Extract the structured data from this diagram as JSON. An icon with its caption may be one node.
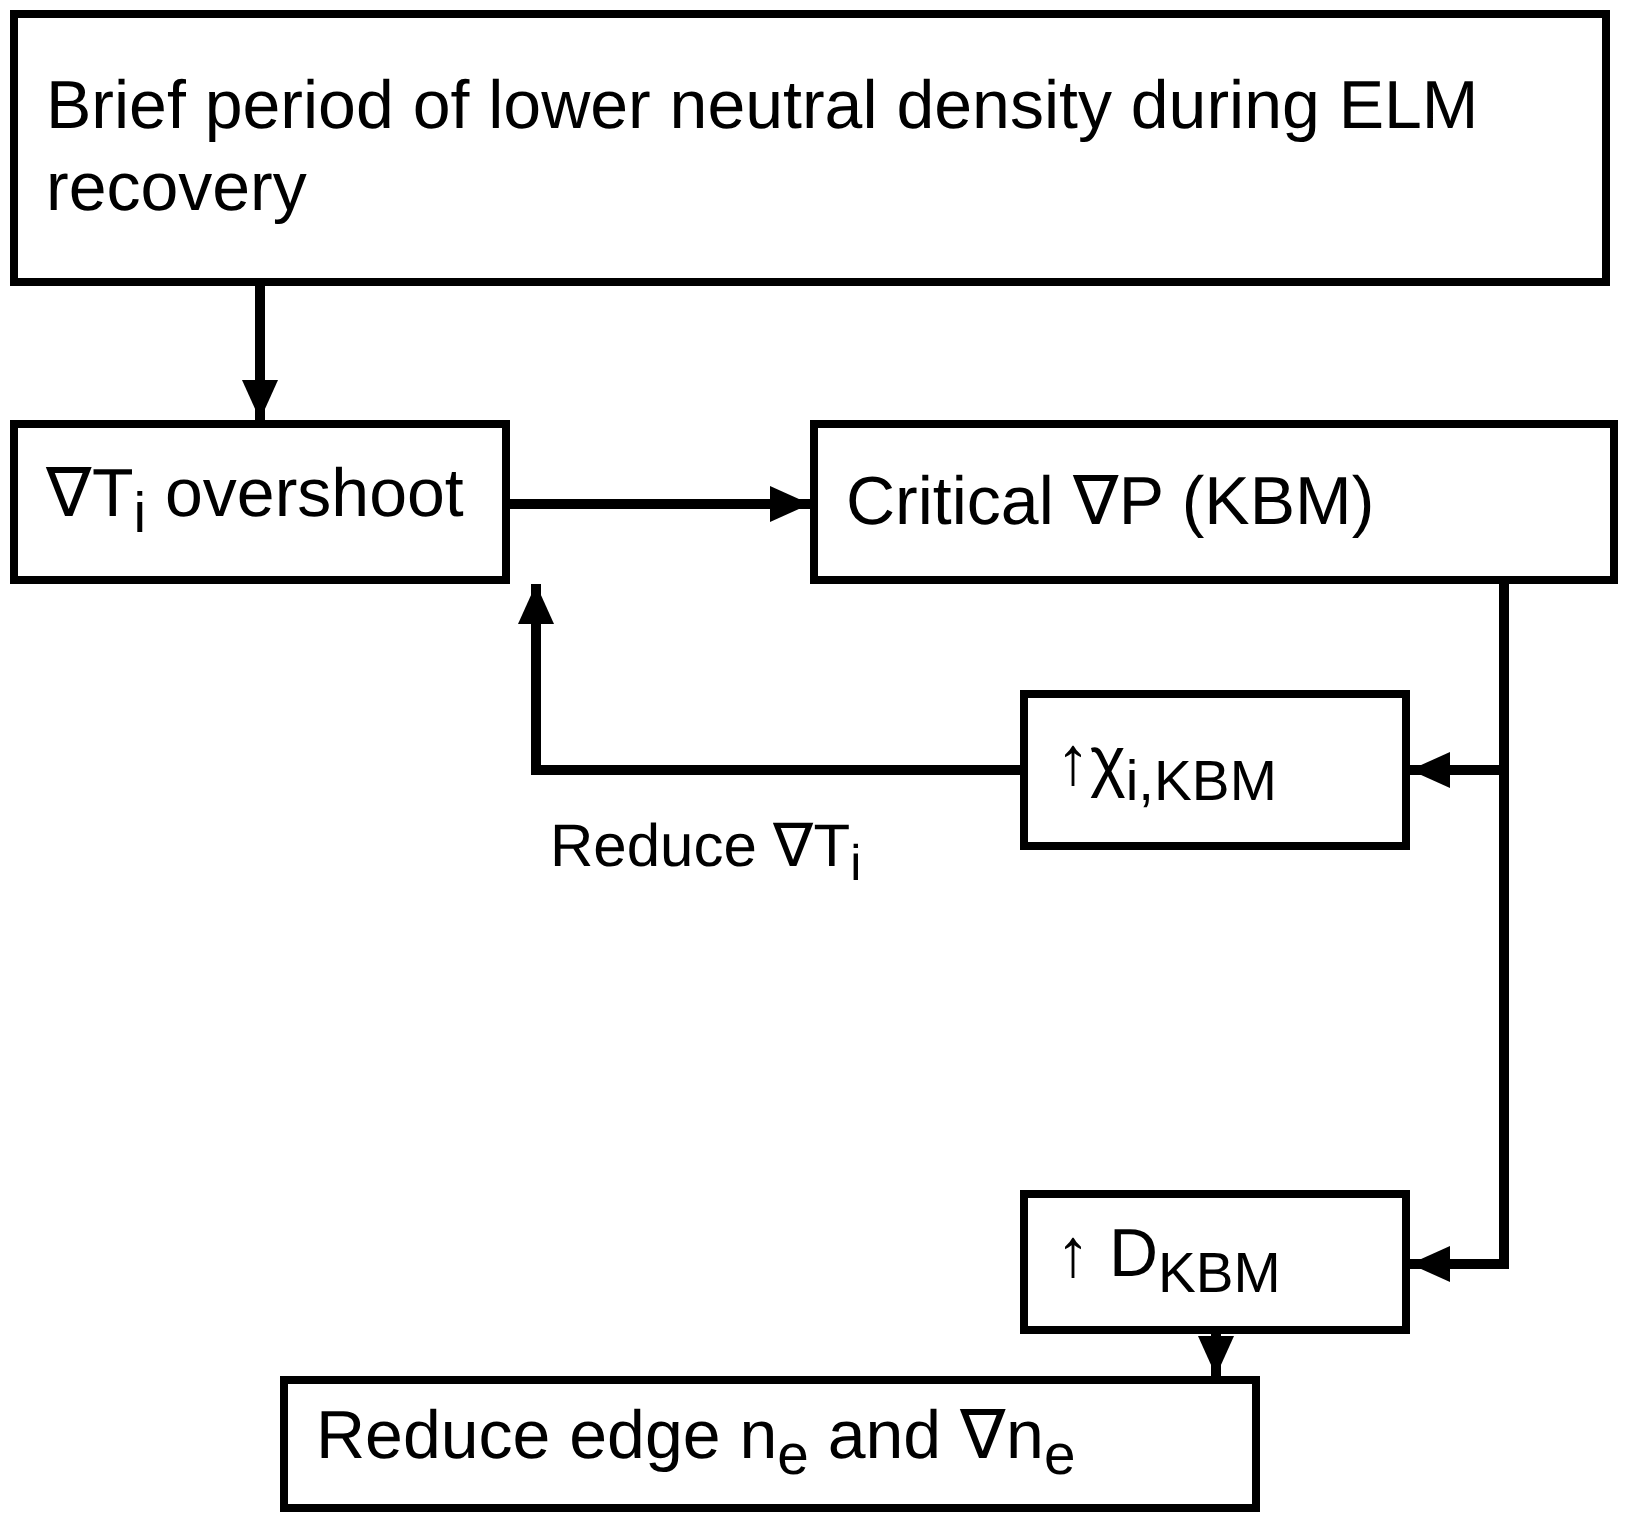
{
  "diagram": {
    "nodes": [
      {
        "text": [
          "Brief period of lower neutral density during ELM recovery"
        ]
      },
      {
        "text": [
          "∇T$_{i}$ overshoot"
        ]
      },
      {
        "text": [
          "Critical ∇P (KBM)"
        ]
      },
      {
        "text": [
          "↑χ$_{i,KBM}$"
        ]
      },
      {
        "text": [
          "↑ D$_{KBM}$"
        ]
      },
      {
        "text": [
          "Reduce edge n$_{e}$ and ∇n$_{e}$"
        ]
      }
    ],
    "edges": [
      {
        "from": 0,
        "to": 1,
        "arrow": "to"
      },
      {
        "from": 1,
        "to": 2,
        "arrow": "to"
      },
      {
        "from": 2,
        "to": 3,
        "arrow": "to"
      },
      {
        "from": 2,
        "to": 4,
        "arrow": "to"
      },
      {
        "from": 3,
        "to": 1,
        "arrow": "to",
        "label": "Reduce ∇T$_{i}$"
      },
      {
        "from": 4,
        "to": 5,
        "arrow": "to"
      }
    ]
  }
}
